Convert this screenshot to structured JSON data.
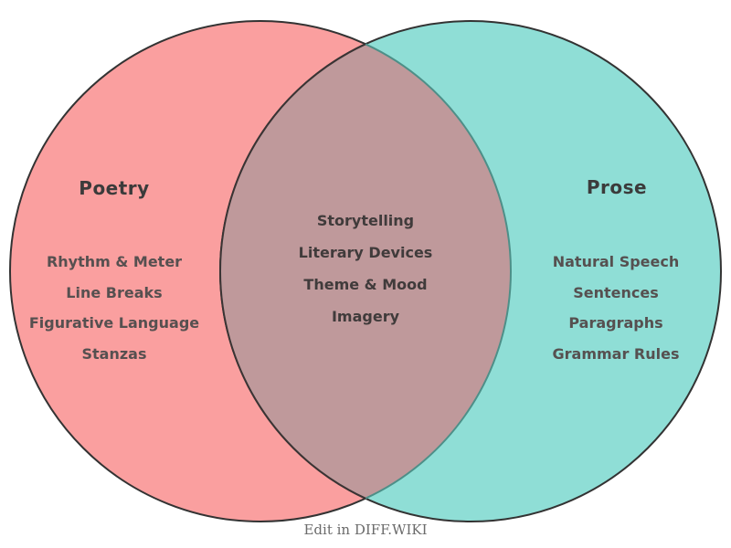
{
  "venn": {
    "stroke_color": "#333333",
    "left": {
      "title": "Poetry",
      "fill": "#FA9F9F",
      "items": [
        "Rhythm & Meter",
        "Line Breaks",
        "Figurative Language",
        "Stanzas"
      ]
    },
    "right": {
      "title": "Prose",
      "fill": "#8FDED6",
      "items": [
        "Natural Speech",
        "Sentences",
        "Paragraphs",
        "Grammar Rules"
      ]
    },
    "overlap": {
      "fill": "#BF999B",
      "items": [
        "Storytelling",
        "Literary Devices",
        "Theme & Mood",
        "Imagery"
      ]
    }
  },
  "footer": {
    "label": "Edit in DIFF.WIKI"
  }
}
